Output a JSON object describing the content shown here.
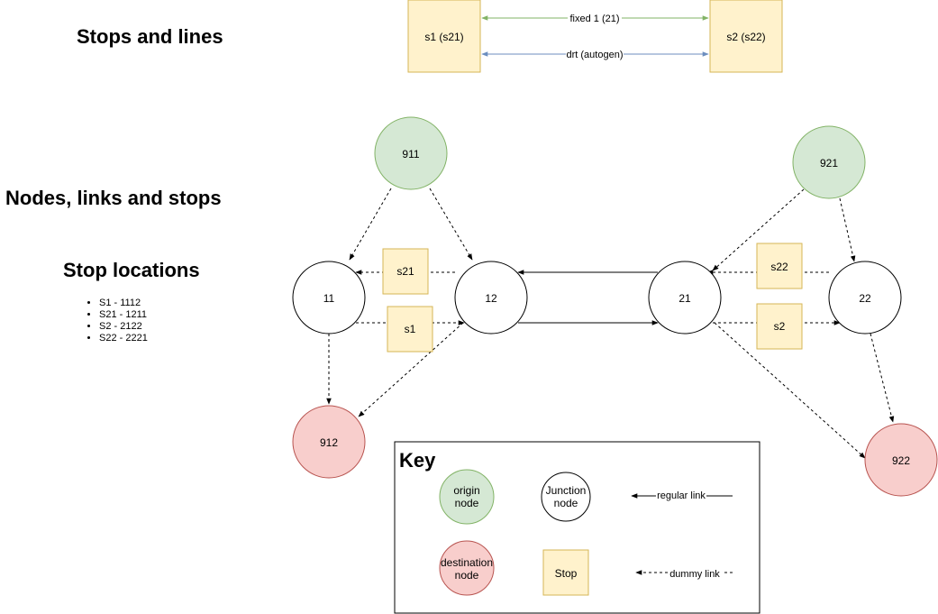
{
  "colors": {
    "stop_fill": "#fff2cc",
    "stop_stroke": "#d6b656",
    "origin_fill": "#d5e8d4",
    "origin_stroke": "#82b366",
    "dest_fill": "#f8cecc",
    "dest_stroke": "#b85450",
    "fixed_line": "#82b366",
    "drt_line": "#6c8ebf"
  },
  "headings": {
    "stops_and_lines": "Stops and lines",
    "nodes_links_stops": "Nodes, links and stops",
    "stop_locations": "Stop locations"
  },
  "top": {
    "stop_left": "s1 (s21)",
    "stop_right": "s2 (s22)",
    "fixed_line_label": "fixed 1 (21)",
    "drt_line_label": "drt (autogen)"
  },
  "nodes": {
    "n911": "911",
    "n921": "921",
    "n11": "11",
    "n12": "12",
    "n21": "21",
    "n22": "22",
    "n912": "912",
    "n922": "922"
  },
  "stops": {
    "s21": "s21",
    "s1": "s1",
    "s22": "s22",
    "s2": "s2"
  },
  "stop_locations": [
    "S1 - 1112",
    "S21 - 1211",
    "S2 - 2122",
    "S22 - 2221"
  ],
  "key": {
    "title": "Key",
    "origin": [
      "origin",
      "node"
    ],
    "junction": [
      "Junction",
      "node"
    ],
    "destination": [
      "destination",
      "node"
    ],
    "stop": "Stop",
    "regular_link": "regular link",
    "dummy_link": "dummy link"
  }
}
